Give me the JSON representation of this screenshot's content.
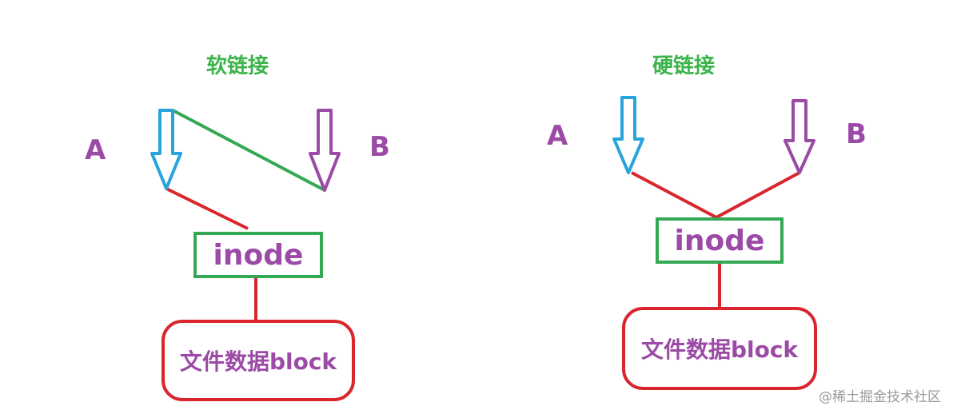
{
  "soft_link": {
    "title": "软链接",
    "left_label": "A",
    "right_label": "B",
    "inode_label": "inode",
    "block_label": "文件数据block"
  },
  "hard_link": {
    "title": "硬链接",
    "left_label": "A",
    "right_label": "B",
    "inode_label": "inode",
    "block_label": "文件数据block"
  },
  "watermark": "@稀土掘金技术社区",
  "colors": {
    "title": "#3cb44a",
    "label": "#9b4aa6",
    "arrow_a": "#29a3dc",
    "arrow_b": "#9b4aa6",
    "line_red": "#d9262e",
    "line_green": "#34a853"
  }
}
